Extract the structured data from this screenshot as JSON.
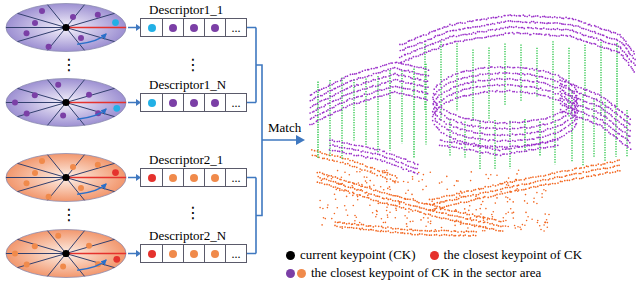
{
  "diagram": {
    "nodes": [
      {
        "text": [
          "Descriptor1_1",
          "..."
        ]
      },
      {
        "text": [
          "Descriptor1_N",
          "..."
        ]
      },
      {
        "text": [
          "Descriptor2_1",
          "..."
        ]
      },
      {
        "text": [
          "Descriptor2_N",
          "..."
        ]
      }
    ],
    "labels": [
      "⋮",
      "⋮",
      "Match",
      "⋮",
      "⋮"
    ],
    "legend": [
      {
        "text": "current keypoint (CK)",
        "color": "#000000"
      },
      {
        "text": "the closest keypoint of CK",
        "color": "#e5322d"
      },
      {
        "text": "the closest keypoint of CK in the sector area"
      }
    ]
  }
}
